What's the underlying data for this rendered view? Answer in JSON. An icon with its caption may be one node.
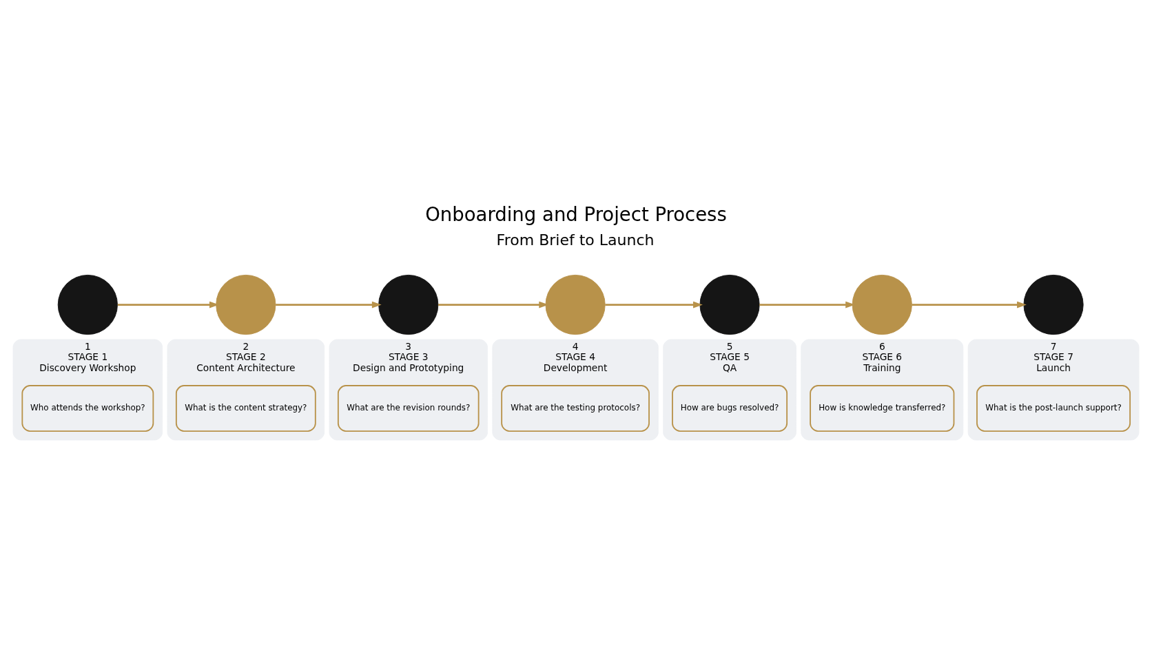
{
  "diagram": {
    "title": "Onboarding and Project Process",
    "nodes": [
      {
        "text": [],
        "shape": "circle"
      },
      {
        "text": [],
        "shape": "circle"
      },
      {
        "text": [],
        "shape": "circle"
      },
      {
        "text": [],
        "shape": "circle"
      },
      {
        "text": [],
        "shape": "circle"
      },
      {
        "text": [],
        "shape": "circle"
      },
      {
        "text": [],
        "shape": "circle"
      },
      {
        "text": [
          "1",
          "STAGE 1",
          "Discovery Workshop"
        ]
      },
      {
        "text": [
          "Who attends the workshop?"
        ],
        "in": 7
      },
      {
        "text": [
          "2",
          "STAGE 2",
          "Content Architecture"
        ]
      },
      {
        "text": [
          "What is the content strategy?"
        ],
        "in": 9
      },
      {
        "text": [
          "3",
          "STAGE 3",
          "Design and Prototyping"
        ]
      },
      {
        "text": [
          "What are the revision rounds?"
        ],
        "in": 11
      },
      {
        "text": [
          "4",
          "STAGE 4",
          "Development"
        ]
      },
      {
        "text": [
          "What are the testing protocols?"
        ],
        "in": 13
      },
      {
        "text": [
          "5",
          "STAGE 5",
          "QA"
        ]
      },
      {
        "text": [
          "How are bugs resolved?"
        ],
        "in": 15
      },
      {
        "text": [
          "6",
          "STAGE 6",
          "Training"
        ]
      },
      {
        "text": [
          "How is knowledge transferred?"
        ],
        "in": 17
      },
      {
        "text": [
          "7",
          "STAGE 7",
          "Launch"
        ]
      },
      {
        "text": [
          "What is the post-launch support?"
        ],
        "in": 19
      }
    ],
    "edges": [
      {
        "from": 0,
        "to": 1,
        "arrow": "to"
      },
      {
        "from": 1,
        "to": 2,
        "arrow": "to"
      },
      {
        "from": 2,
        "to": 3,
        "arrow": "to"
      },
      {
        "from": 3,
        "to": 4,
        "arrow": "to"
      },
      {
        "from": 4,
        "to": 5,
        "arrow": "to"
      },
      {
        "from": 5,
        "to": 6,
        "arrow": "to"
      }
    ],
    "labels": [
      "From Brief to Launch"
    ]
  }
}
